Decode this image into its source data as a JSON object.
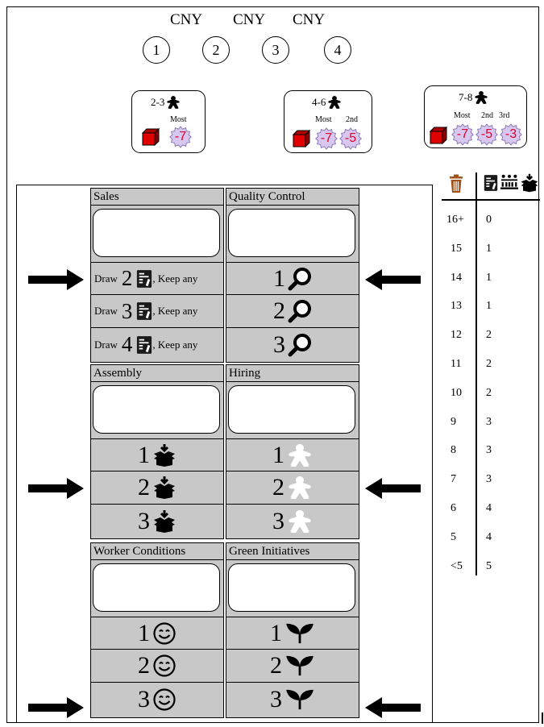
{
  "header": {
    "currency_labels": [
      "CNY",
      "CNY",
      "CNY"
    ],
    "rounds": [
      "1",
      "2",
      "3",
      "4"
    ]
  },
  "player_boxes": [
    {
      "range": "2-3",
      "ranks": [
        "Most"
      ],
      "penalties": [
        "-7"
      ]
    },
    {
      "range": "4-6",
      "ranks": [
        "Most",
        "2nd"
      ],
      "penalties": [
        "-7",
        "-5"
      ]
    },
    {
      "range": "7-8",
      "ranks": [
        "Most",
        "2nd",
        "3rd"
      ],
      "penalties": [
        "-7",
        "-5",
        "-3"
      ]
    }
  ],
  "departments": {
    "sales": {
      "title": "Sales",
      "rows": [
        {
          "draw": "Draw",
          "num": "2",
          "keep": ", Keep any"
        },
        {
          "draw": "Draw",
          "num": "3",
          "keep": ", Keep any"
        },
        {
          "draw": "Draw",
          "num": "4",
          "keep": ", Keep any"
        }
      ]
    },
    "quality_control": {
      "title": "Quality Control",
      "rows": [
        "1",
        "2",
        "3"
      ]
    },
    "assembly": {
      "title": "Assembly",
      "rows": [
        "1",
        "2",
        "3"
      ]
    },
    "hiring": {
      "title": "Hiring",
      "rows": [
        "1",
        "2",
        "3"
      ]
    },
    "worker_conditions": {
      "title": "Worker Conditions",
      "rows": [
        "1",
        "2",
        "3"
      ]
    },
    "green_initiatives": {
      "title": "Green Initiatives",
      "rows": [
        "1",
        "2",
        "3"
      ]
    }
  },
  "icons": {
    "meeple": "meeple-icon",
    "cube": "red-cube-icon",
    "sales_card": "sales-card-icon",
    "magnifier": "magnifier-icon",
    "assembly": "assembly-box-icon",
    "worker": "worker-meeple-icon",
    "smiley": "smiley-icon",
    "sprout": "sprout-icon",
    "trash": "trash-icon",
    "arrow": "arrow-icon"
  },
  "colors": {
    "panel_fill": "#c8c8c8",
    "penalty_text": "#e0002a",
    "penalty_badge": "#d8c8f0",
    "cube_red": "#e00000",
    "trash_brown": "#a0521a"
  },
  "score_table": {
    "rows": [
      {
        "left": "16+",
        "right": "0"
      },
      {
        "left": "15",
        "right": "1"
      },
      {
        "left": "14",
        "right": "1"
      },
      {
        "left": "13",
        "right": "1"
      },
      {
        "left": "12",
        "right": "2"
      },
      {
        "left": "11",
        "right": "2"
      },
      {
        "left": "10",
        "right": "2"
      },
      {
        "left": "9",
        "right": "3"
      },
      {
        "left": "8",
        "right": "3"
      },
      {
        "left": "7",
        "right": "3"
      },
      {
        "left": "6",
        "right": "4"
      },
      {
        "left": "5",
        "right": "4"
      },
      {
        "left": "<5",
        "right": "5"
      }
    ]
  }
}
